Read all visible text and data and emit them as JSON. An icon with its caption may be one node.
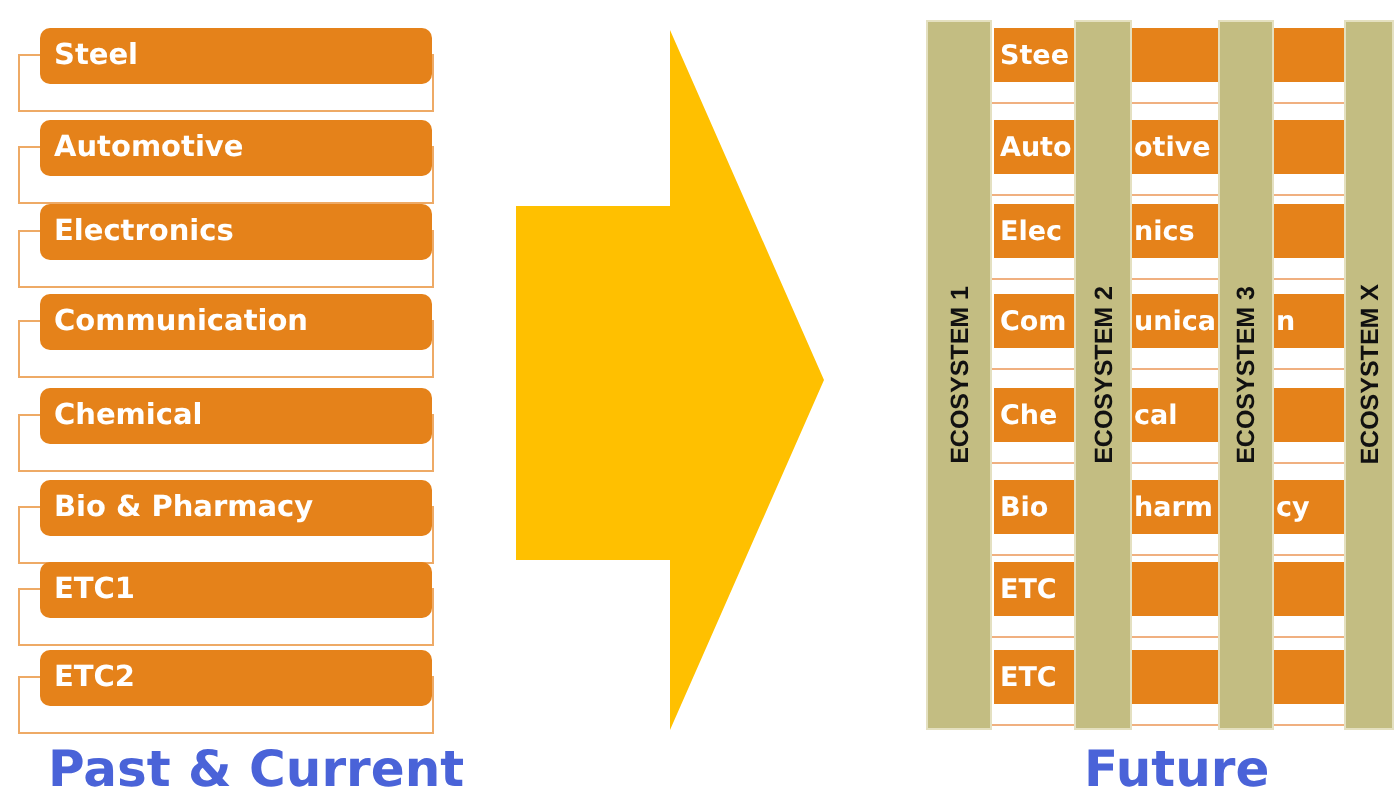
{
  "diagram": {
    "nodes": [
      {
        "text": [
          "Steel"
        ]
      },
      {
        "text": [
          "Automotive"
        ]
      },
      {
        "text": [
          "Electronics"
        ]
      },
      {
        "text": [
          "Communication"
        ]
      },
      {
        "text": [
          "Chemical"
        ]
      },
      {
        "text": [
          "Bio & Pharmacy"
        ]
      },
      {
        "text": [
          "ETC1"
        ]
      },
      {
        "text": [
          "ETC2"
        ]
      },
      {
        "text": [
          "Stee"
        ]
      },
      {
        "text": [
          "Auto",
          "otive"
        ]
      },
      {
        "text": [
          "Elec",
          "nics"
        ]
      },
      {
        "text": [
          "Com",
          "unica",
          "n"
        ]
      },
      {
        "text": [
          "Che",
          "cal"
        ]
      },
      {
        "text": [
          "Bio",
          "harm",
          "cy"
        ]
      },
      {
        "text": [
          "ETC"
        ]
      },
      {
        "text": [
          "ETC"
        ]
      },
      {
        "text": [
          "ECOSYSTEM 1"
        ]
      },
      {
        "text": [
          "ECOSYSTEM 2"
        ]
      },
      {
        "text": [
          "ECOSYSTEM 3"
        ]
      },
      {
        "text": [
          "ECOSYSTEM X"
        ]
      }
    ],
    "edges": [],
    "labels": [
      "Past & Current",
      "Future"
    ]
  }
}
